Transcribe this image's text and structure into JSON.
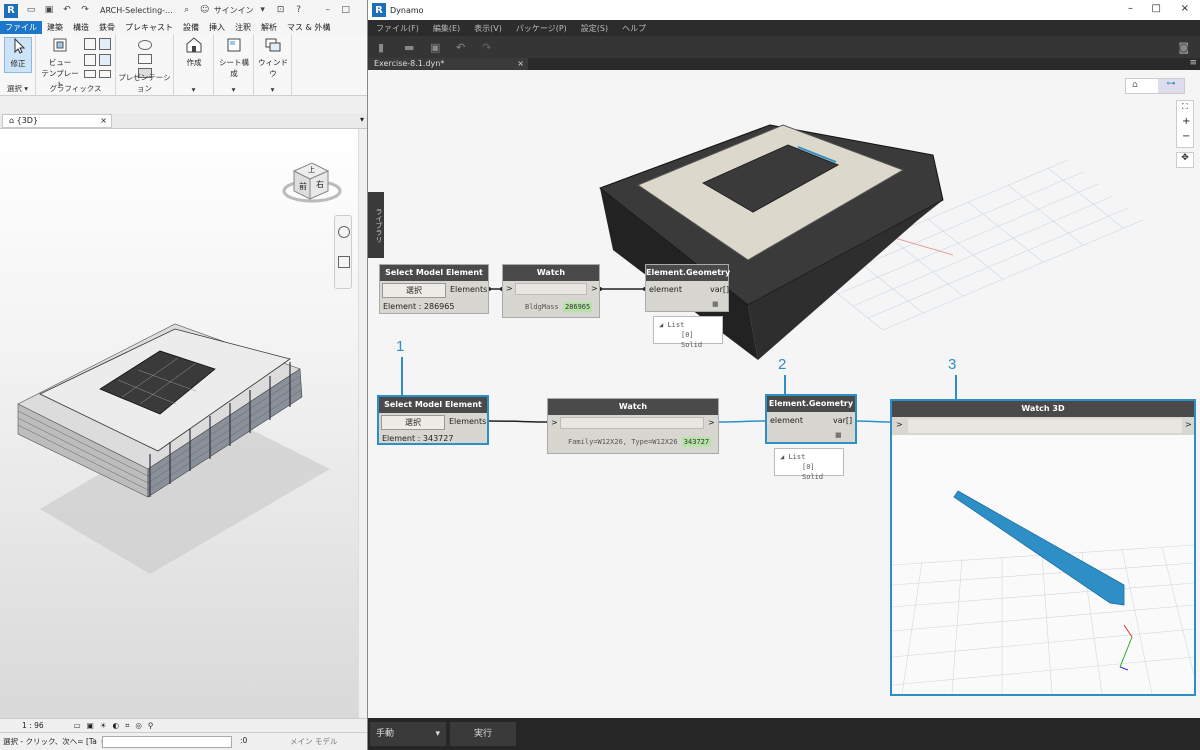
{
  "revit": {
    "title": "ARCH-Selecting-...",
    "signin": "サインイン",
    "tabs": [
      "ファイル",
      "建築",
      "構造",
      "鉄骨",
      "プレキャスト",
      "設備",
      "挿入",
      "注釈",
      "解析",
      "マス & 外構"
    ],
    "ribbon": {
      "modify": "修正",
      "view_template_1": "ビュー",
      "view_template_2": "テンプレート",
      "create": "作成",
      "sheet": "シート構成",
      "window": "ウィンドウ",
      "select_panel": "選択 ▾",
      "graphics_panel": "グラフィックス",
      "presentation_panel": "プレゼンテーション"
    },
    "view_tab": "{3D}",
    "viewcube": {
      "front": "前",
      "right": "右",
      "top": "上"
    },
    "scale": "1 : 96",
    "status": "選択 - クリック、次へ= [Ta",
    "zero": ":0",
    "model": "メイン モデル"
  },
  "dynamo": {
    "title": "Dynamo",
    "menu": [
      "ファイル(F)",
      "編集(E)",
      "表示(V)",
      "パッケージ(P)",
      "設定(S)",
      "ヘルプ"
    ],
    "tab": "Exercise-8.1.dyn*",
    "library": "ライブラリ",
    "run_mode": "手動",
    "run": "実行",
    "zoom_plus": "+",
    "zoom_minus": "−"
  },
  "nodes": {
    "sme1": {
      "title": "Select Model Element",
      "button": "選択",
      "out": "Elements",
      "info": "Element : 286965"
    },
    "watch1": {
      "title": "Watch",
      "in": ">",
      "out": ">",
      "text": "BldgMass",
      "value": "286965"
    },
    "geo1": {
      "title": "Element.Geometry",
      "in": "element",
      "out": "var[]",
      "list_head": "List",
      "list_item": "[0] Solid"
    },
    "sme2": {
      "title": "Select Model Element",
      "button": "選択",
      "out": "Elements",
      "info": "Element : 343727"
    },
    "watch2": {
      "title": "Watch",
      "in": ">",
      "out": ">",
      "text": "Family=W12X26, Type=W12X26",
      "value": "343727"
    },
    "geo2": {
      "title": "Element.Geometry",
      "in": "element",
      "out": "var[]",
      "list_head": "List",
      "list_item": "[0] Solid"
    },
    "watch3d": {
      "title": "Watch 3D",
      "in": ">",
      "out": ">"
    }
  },
  "annotations": {
    "a1": "1",
    "a2": "2",
    "a3": "3"
  },
  "colors": {
    "accent": "#2e8fc6",
    "node_header": "#4a4a4a",
    "revit_tab": "#1a77c9"
  }
}
